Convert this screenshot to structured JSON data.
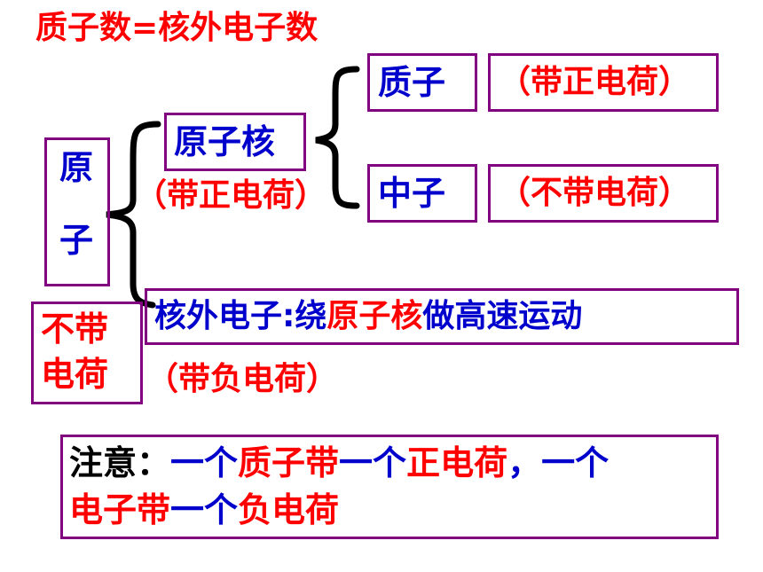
{
  "colors": {
    "red": "#ff0000",
    "blue": "#0000cc",
    "border": "#800080",
    "black": "#000000"
  },
  "title": "质子数=核外电子数",
  "atom": {
    "char1": "原",
    "char2": "子"
  },
  "atom_charge": {
    "line1": "不带",
    "line2": "电荷"
  },
  "nucleus": {
    "label": "原子核",
    "charge": "（带正电荷）"
  },
  "proton": {
    "label": "质子",
    "charge": "（带正电荷）"
  },
  "neutron": {
    "label": "中子",
    "charge": "（不带电荷）"
  },
  "electron": {
    "prefix": "核外电子:绕",
    "highlight": "原子核",
    "suffix": "做高速运动",
    "charge": "（带负电荷）"
  },
  "note": {
    "label": "注意：",
    "p1": "一个",
    "p2": "质子带",
    "p3": "一个",
    "p4": "正电荷",
    "p5": "，一个",
    "p6": "电子带",
    "p7": "一个",
    "p8": "负电荷"
  }
}
